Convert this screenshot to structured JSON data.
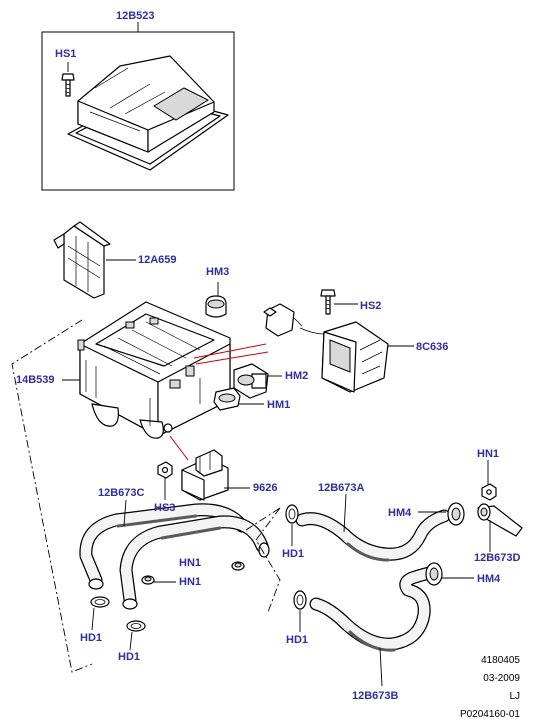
{
  "callouts": {
    "cover": "12B523",
    "screw_top": "HS1",
    "bracket": "12A659",
    "grommet_small": "HM3",
    "screw_right": "HS2",
    "module_right": "8C636",
    "box": "14B539",
    "grommet_mid": "HM2",
    "grommet_low": "HM1",
    "clip_nut_right": "HN1",
    "hose_left": "12B673C",
    "relay": "9626",
    "screw_bottom": "HS3",
    "hose_right_top": "12B673A",
    "grommet_right_top": "HM4",
    "hose_end": "12B673D",
    "clip_nut_a": "HN1",
    "clip_nut_b": "HN1",
    "clamp_right_top": "HD1",
    "grommet_right_low": "HM4",
    "clamp_left_a": "HD1",
    "clamp_right_low": "HD1",
    "clamp_left_b": "HD1",
    "hose_right_bottom": "12B673B"
  },
  "meta": {
    "code": "4180405",
    "date": "03-2009",
    "initials": "LJ",
    "ref": "P0204160-01"
  }
}
